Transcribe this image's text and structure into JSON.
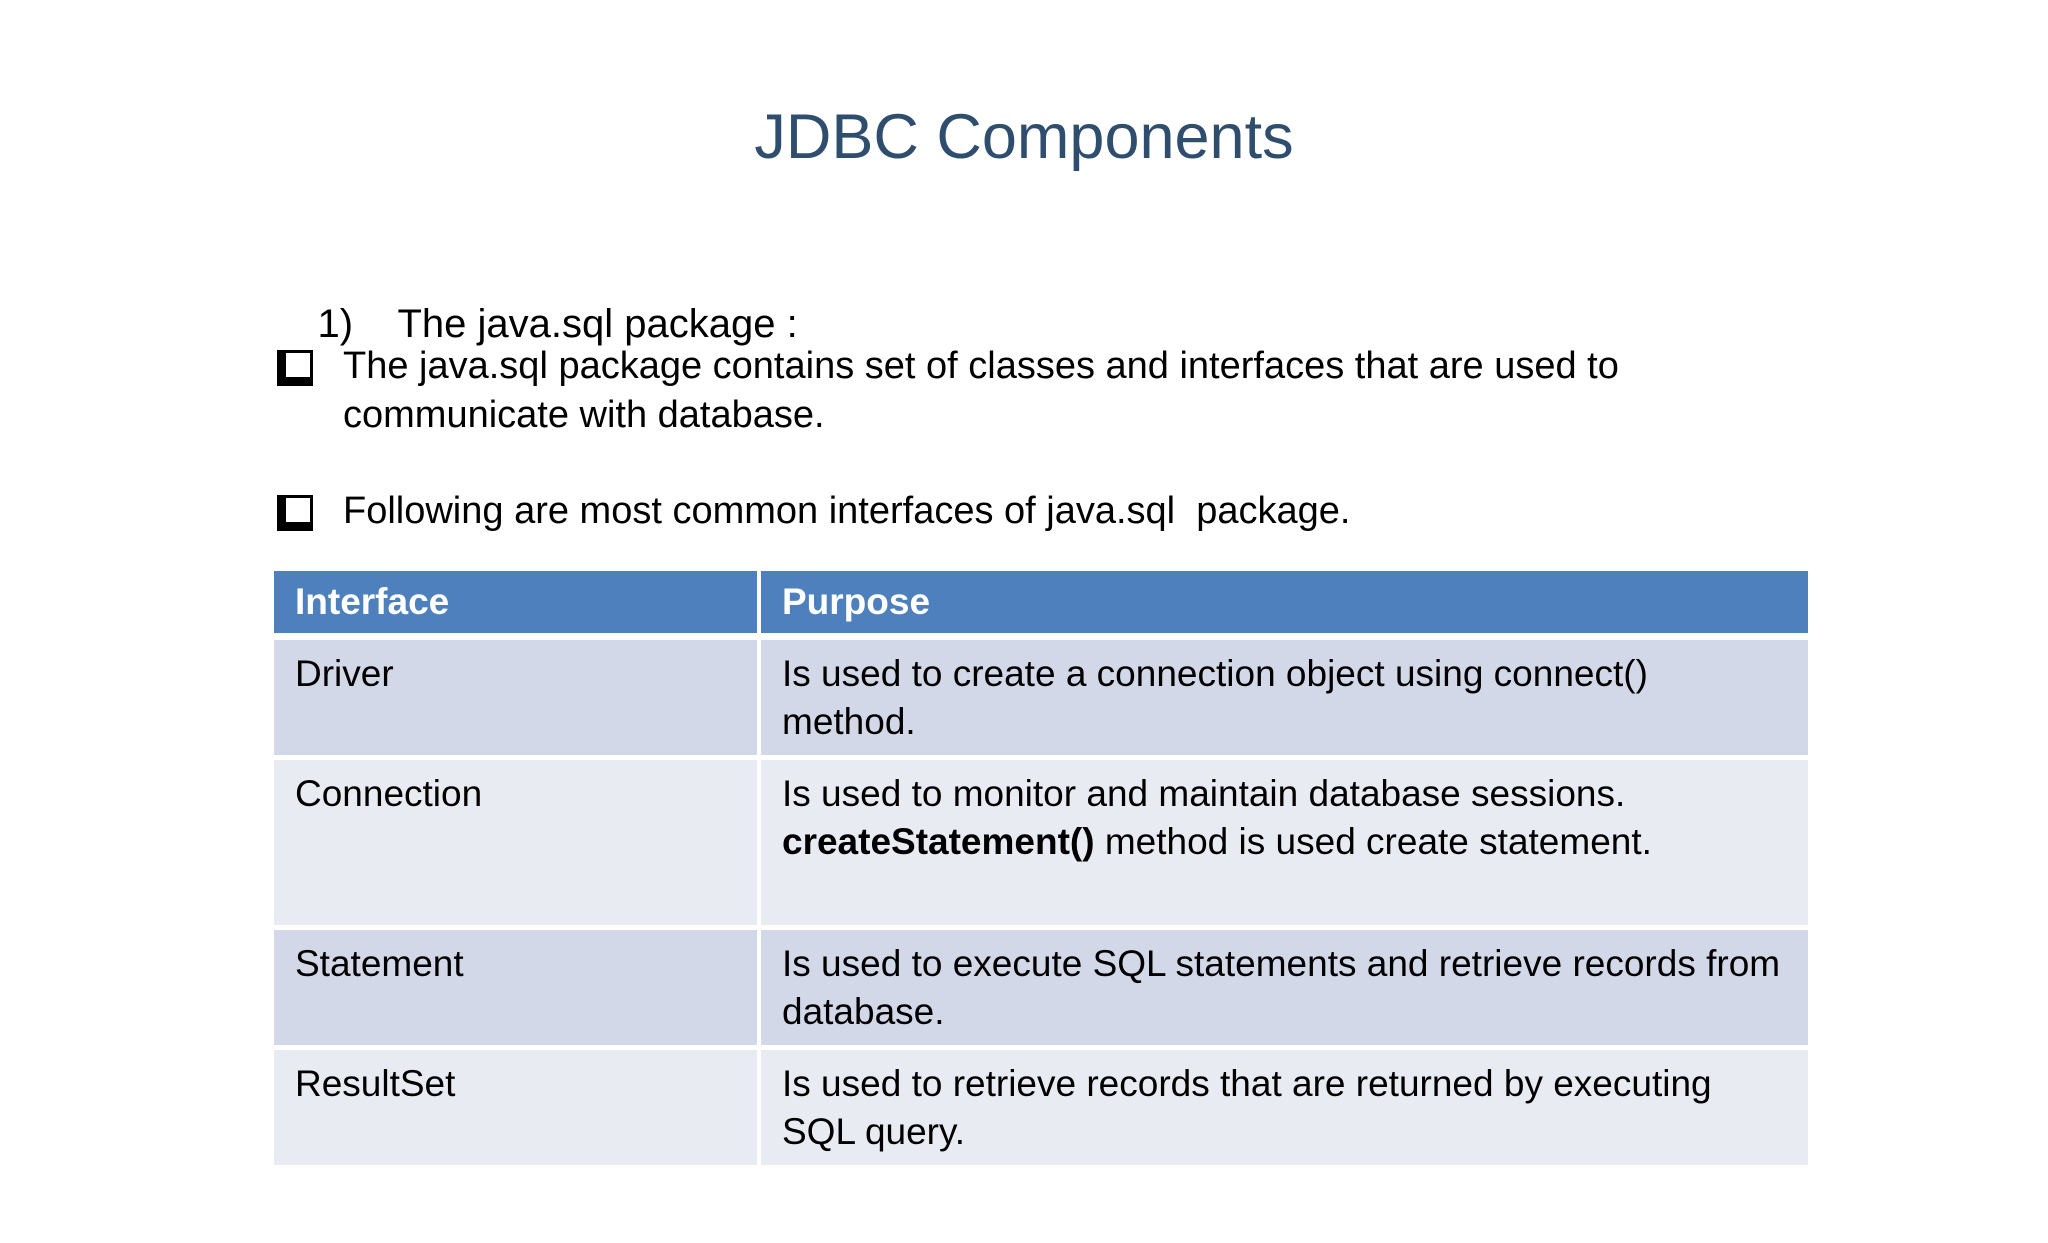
{
  "slide": {
    "title": "JDBC Components",
    "heading": {
      "number": "1)",
      "text": "The java.sql package :"
    },
    "bullets": [
      {
        "text": "The java.sql package contains set of classes and interfaces that are used to communicate with database."
      },
      {
        "text": "Following are most common interfaces of java.sql  package."
      }
    ],
    "table": {
      "headers": [
        "Interface",
        "Purpose"
      ],
      "rows": [
        {
          "interface": "Driver",
          "purpose_pre": "Is used to create a connection object using connect() method.",
          "purpose_bold": "",
          "purpose_post": ""
        },
        {
          "interface": "Connection",
          "purpose_pre": "Is used to monitor and maintain database sessions. ",
          "purpose_bold": "createStatement()",
          "purpose_post": " method is used create statement."
        },
        {
          "interface": "Statement",
          "purpose_pre": "Is used to execute SQL statements and retrieve records from database.",
          "purpose_bold": "",
          "purpose_post": ""
        },
        {
          "interface": "ResultSet",
          "purpose_pre": "Is used to retrieve records that are returned by executing SQL query.",
          "purpose_bold": "",
          "purpose_post": ""
        }
      ]
    },
    "colors": {
      "title_text": "#2f4e6e",
      "table_header_bg": "#4e80bd",
      "table_header_text": "#ffffff",
      "row_dark_bg": "#d2d8e7",
      "row_light_bg": "#e9ebf3",
      "body_text": "#000000",
      "background": "#ffffff"
    }
  }
}
